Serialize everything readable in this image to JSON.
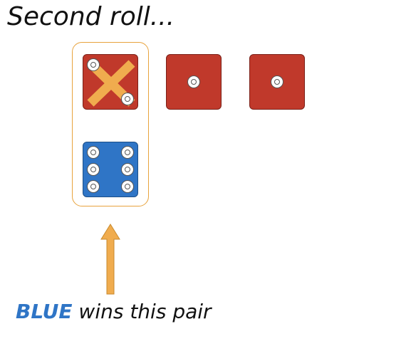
{
  "title": "Second roll...",
  "colors": {
    "red_die": "#C0392B",
    "blue_die": "#2F75C6",
    "highlight": "#E8A33D",
    "text": "#111111"
  },
  "dice": {
    "red": [
      {
        "value": 2,
        "crossed_out": true
      },
      {
        "value": 1,
        "crossed_out": false
      },
      {
        "value": 1,
        "crossed_out": false
      }
    ],
    "blue": [
      {
        "value": 6
      }
    ]
  },
  "caption": {
    "highlight_word": "BLUE",
    "rest": " wins this pair"
  },
  "icons": {
    "cross": "cross-out-icon",
    "arrow": "up-arrow-icon"
  }
}
